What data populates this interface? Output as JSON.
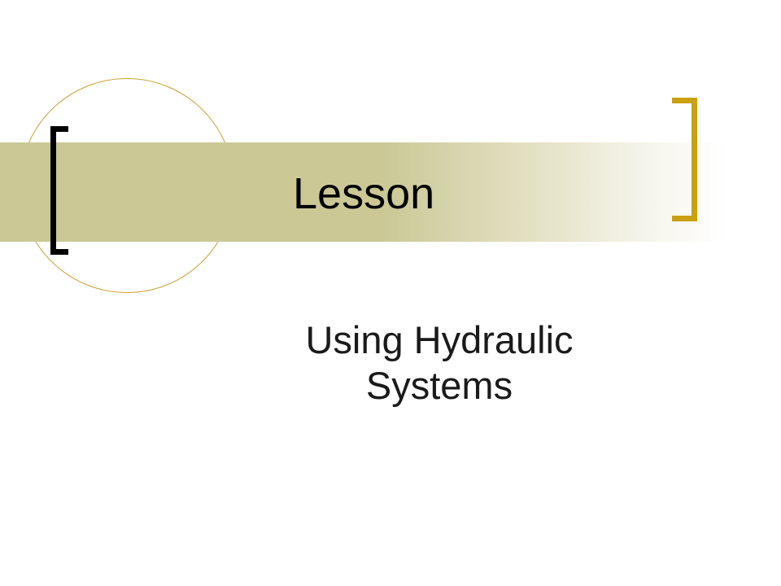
{
  "slide": {
    "title": "Lesson",
    "subtitle_lines": [
      "Using Hydraulic",
      "Systems"
    ]
  },
  "colors": {
    "band": "#cbc896",
    "accent_gold": "#c9a00e",
    "circle_outline": "#c9a43b",
    "left_bracket": "#000000"
  }
}
